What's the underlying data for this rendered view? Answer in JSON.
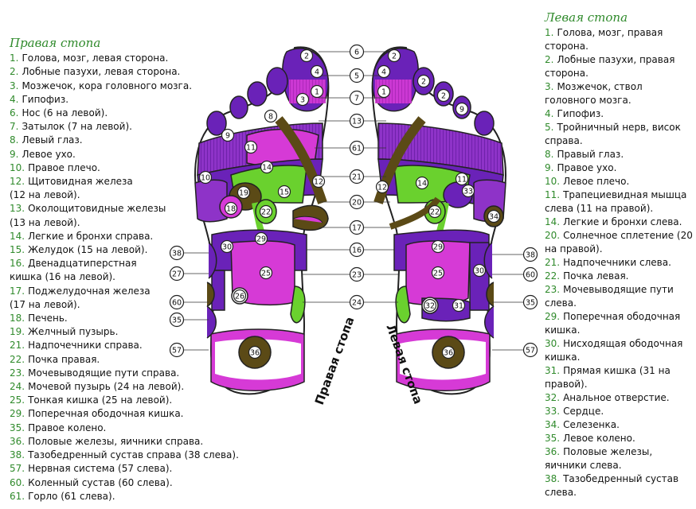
{
  "left_panel": {
    "title": "Правая стопа",
    "items": [
      {
        "n": "1.",
        "t": "Голова, мозг, левая сторона."
      },
      {
        "n": "2.",
        "t": "Лобные пазухи, левая сторона."
      },
      {
        "n": "3.",
        "t": "Мозжечок, кора головного мозга."
      },
      {
        "n": "4.",
        "t": "Гипофиз."
      },
      {
        "n": "6.",
        "t": "Нос (6 на левой)."
      },
      {
        "n": "7.",
        "t": "Затылок (7 на левой)."
      },
      {
        "n": "8.",
        "t": "Левый глаз."
      },
      {
        "n": "9.",
        "t": "Левое ухо."
      },
      {
        "n": "10.",
        "t": "Правое плечо."
      },
      {
        "n": "12.",
        "t": "Щитовидная железа"
      },
      {
        "n": "",
        "t": "(12 на левой)."
      },
      {
        "n": "13.",
        "t": "Околощитовидные железы"
      },
      {
        "n": "",
        "t": "(13 на левой)."
      },
      {
        "n": "14.",
        "t": "Легкие и бронхи справа."
      },
      {
        "n": "15.",
        "t": "Желудок (15 на левой)."
      },
      {
        "n": "16.",
        "t": "Двенадцатиперстная"
      },
      {
        "n": "",
        "t": "кишка (16 на левой)."
      },
      {
        "n": "17.",
        "t": "Поджелудочная железа"
      },
      {
        "n": "",
        "t": "(17 на левой)."
      },
      {
        "n": "18.",
        "t": "Печень."
      },
      {
        "n": "19.",
        "t": "Желчный пузырь."
      },
      {
        "n": "21.",
        "t": "Надпочечники справа."
      },
      {
        "n": "22.",
        "t": "Почка правая."
      },
      {
        "n": "23.",
        "t": "Мочевыводящие пути справа."
      },
      {
        "n": "24.",
        "t": "Мочевой пузырь (24 на левой)."
      },
      {
        "n": "25.",
        "t": "Тонкая кишка (25 на левой)."
      },
      {
        "n": "29.",
        "t": "Поперечная ободочная кишка."
      },
      {
        "n": "35.",
        "t": "Правое колено."
      },
      {
        "n": "36.",
        "t": "Половые железы, яичники справа."
      },
      {
        "n": "38.",
        "t": "Тазобедренный сустав справа (38 слева)."
      },
      {
        "n": "57.",
        "t": "Нервная система (57 слева)."
      },
      {
        "n": "60.",
        "t": "Коленный сустав (60 слева)."
      },
      {
        "n": "61.",
        "t": "Горло (61 слева)."
      }
    ]
  },
  "right_panel": {
    "title": "Левая стопа",
    "items": [
      {
        "n": "1.",
        "t": "Голова, мозг, правая сторона."
      },
      {
        "n": "2.",
        "t": "Лобные пазухи, правая сторона."
      },
      {
        "n": "3.",
        "t": "Мозжечок, ствол головного мозга."
      },
      {
        "n": "4.",
        "t": "Гипофиз."
      },
      {
        "n": "5.",
        "t": "Тройничный нерв, висок справа."
      },
      {
        "n": "8.",
        "t": "Правый глаз."
      },
      {
        "n": "9.",
        "t": "Правое ухо."
      },
      {
        "n": "10.",
        "t": "Левое плечо."
      },
      {
        "n": "11.",
        "t": "Трапециевидная мышца слева (11 на правой)."
      },
      {
        "n": "14.",
        "t": "Легкие и бронхи слева."
      },
      {
        "n": "20.",
        "t": "Солнечное сплетение (20 на правой)."
      },
      {
        "n": "21.",
        "t": "Надпочечники слева."
      },
      {
        "n": "22.",
        "t": "Почка левая."
      },
      {
        "n": "23.",
        "t": "Мочевыводящие пути слева."
      },
      {
        "n": "29.",
        "t": "Поперечная ободочная кишка."
      },
      {
        "n": "30.",
        "t": "Нисходящая ободочная кишка."
      },
      {
        "n": "31.",
        "t": "Прямая кишка (31 на правой)."
      },
      {
        "n": "32.",
        "t": "Анальное отверстие."
      },
      {
        "n": "33.",
        "t": "Сердце."
      },
      {
        "n": "34.",
        "t": "Селезенка."
      },
      {
        "n": "35.",
        "t": "Левое колено."
      },
      {
        "n": "36.",
        "t": "Половые железы, яичники слева."
      },
      {
        "n": "38.",
        "t": "Тазобедренный сустав слева."
      }
    ]
  },
  "diagram": {
    "right_foot_label": "Правая стопа",
    "left_foot_label": "Левая стопа",
    "center_numbers": [
      "6",
      "5",
      "7",
      "13",
      "61",
      "21",
      "20",
      "17",
      "16",
      "23",
      "24"
    ],
    "side_numbers_left": [
      "38",
      "27",
      "60",
      "35",
      "57"
    ],
    "side_numbers_right": [
      "38",
      "60",
      "35",
      "57"
    ],
    "zone_numbers": [
      "2",
      "4",
      "1",
      "3",
      "8",
      "9",
      "11",
      "10",
      "14",
      "12",
      "15",
      "19",
      "18",
      "22",
      "29",
      "30",
      "25",
      "26",
      "36",
      "33",
      "34",
      "31",
      "32"
    ],
    "colors": {
      "green": "#2f8a2b",
      "purple": "#6a22b8",
      "violet": "#8e33c8",
      "magenta": "#d63ad6",
      "lime": "#6ad12e",
      "olive": "#5b4a16",
      "outline": "#222222"
    }
  }
}
